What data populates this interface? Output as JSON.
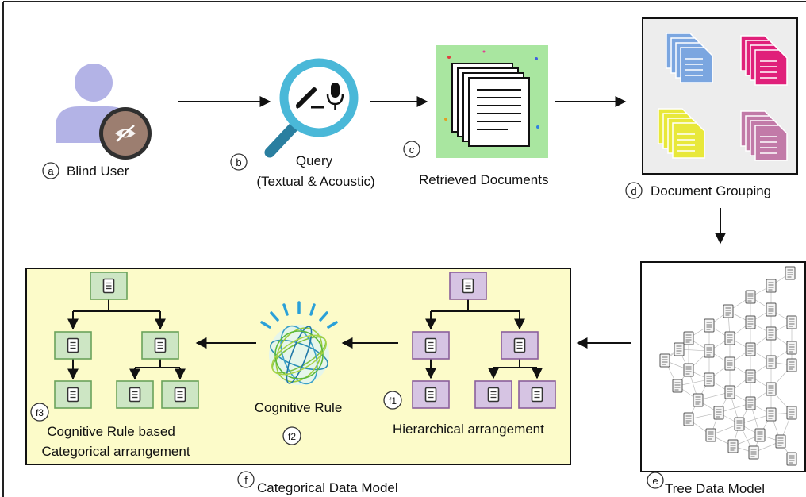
{
  "nodes": {
    "a": {
      "marker": "a",
      "label": "Blind User"
    },
    "b": {
      "marker": "b",
      "label_line1": "Query",
      "label_line2": "(Textual & Acoustic)"
    },
    "c": {
      "marker": "c",
      "label": "Retrieved Documents"
    },
    "d": {
      "marker": "d",
      "label": "Document Grouping"
    },
    "e": {
      "marker": "e",
      "label": "Tree Data Model"
    },
    "f": {
      "marker": "f",
      "label": "Categorical Data Model"
    },
    "f1": {
      "marker": "f1",
      "label": "Hierarchical arrangement"
    },
    "f2": {
      "marker": "f2",
      "label": "Cognitive Rule"
    },
    "f3": {
      "marker": "f3",
      "label_line1": "Cognitive Rule based",
      "label_line2": "Categorical arrangement"
    }
  },
  "colors": {
    "user_body": "#b3b3e6",
    "eye_badge": "#9c7e70",
    "lens_ring": "#4ab8d8",
    "docs_bg": "#a9e6a0",
    "group_bg": "#ededed",
    "doc_blue": "#7ba6e0",
    "doc_magenta": "#e0207a",
    "doc_yellow": "#e8e83a",
    "doc_mauve": "#c27aa8",
    "panel_bg": "#fcfbc9",
    "green_node": "#cde6c4",
    "green_stroke": "#6aa35b",
    "purple_node": "#d6c4e3",
    "purple_stroke": "#8a5f9c"
  }
}
